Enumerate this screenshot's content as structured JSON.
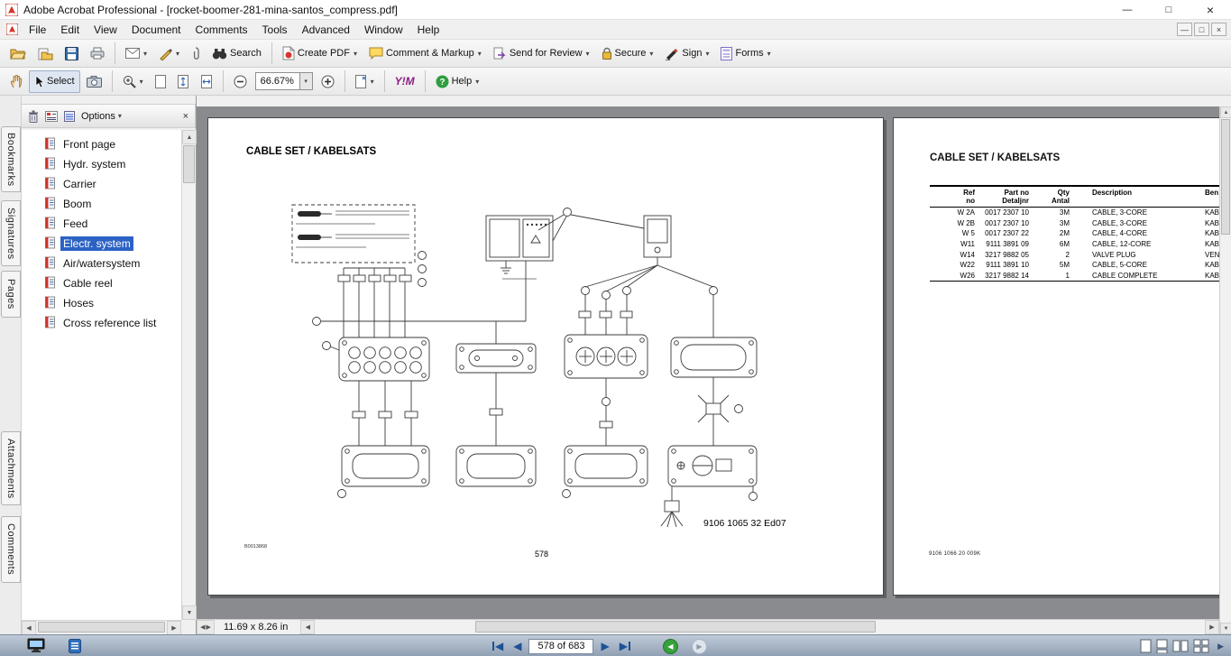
{
  "window": {
    "title": "Adobe Acrobat Professional - [rocket-boomer-281-mina-santos_compress.pdf]"
  },
  "glyphs": {
    "dropdown": "▾",
    "close": "×",
    "minimize": "—",
    "maximize": "□",
    "restore": "□",
    "up": "▲",
    "down": "▼",
    "left": "◀",
    "right": "▶",
    "question": "?"
  },
  "colors": {
    "selection_blue": "#2C62C4",
    "nav_green": "#36A23C",
    "workspace_gray": "#898B8F"
  },
  "menubar": {
    "items": [
      "File",
      "Edit",
      "View",
      "Document",
      "Comments",
      "Tools",
      "Advanced",
      "Window",
      "Help"
    ]
  },
  "toolbar_file": {
    "search": "Search",
    "create_pdf": "Create PDF",
    "comment_markup": "Comment & Markup",
    "send_review": "Send for Review",
    "secure": "Secure",
    "sign": "Sign",
    "forms": "Forms"
  },
  "toolbar_view": {
    "select": "Select",
    "zoom": "66.67%",
    "yim": "Y!M",
    "help": "Help"
  },
  "nav_tabs": {
    "top": [
      "Bookmarks",
      "Signatures",
      "Pages"
    ],
    "bottom": [
      "Attachments",
      "Comments"
    ]
  },
  "bookmarks": {
    "options": "Options",
    "items": [
      {
        "label": "Front page",
        "selected": false
      },
      {
        "label": "Hydr. system",
        "selected": false
      },
      {
        "label": "Carrier",
        "selected": false
      },
      {
        "label": "Boom",
        "selected": false
      },
      {
        "label": "Feed",
        "selected": false
      },
      {
        "label": "Electr. system",
        "selected": true
      },
      {
        "label": "Air/watersystem",
        "selected": false
      },
      {
        "label": "Cable reel",
        "selected": false
      },
      {
        "label": "Hoses",
        "selected": false
      },
      {
        "label": "Cross reference list",
        "selected": false
      }
    ]
  },
  "page_left": {
    "title": "CABLE SET / KABELSATS",
    "drawing_code": "9106 1065 32  Ed07",
    "page_number": "578",
    "figure_ref": "B0013868"
  },
  "page_right": {
    "title": "CABLE SET / KABELSATS",
    "doc_code": "9106 1066 20  009K",
    "table": {
      "headers": [
        [
          "Ref",
          "no"
        ],
        [
          "Part no",
          "Detaljnr"
        ],
        [
          "Qty",
          "Antal"
        ],
        [
          "Description"
        ],
        [
          "Ben"
        ]
      ],
      "rows": [
        [
          "W 2A",
          "0017 2307 10",
          "3M",
          "CABLE, 3-CORE",
          "KAB"
        ],
        [
          "W 2B",
          "0017 2307 10",
          "3M",
          "CABLE, 3-CORE",
          "KAB"
        ],
        [
          "W 5",
          "0017 2307 22",
          "2M",
          "CABLE, 4-CORE",
          "KAB"
        ],
        [
          "W11",
          "9111 3891 09",
          "6M",
          "CABLE, 12-CORE",
          "KAB"
        ],
        [
          "W14",
          "3217 9882 05",
          "2",
          "VALVE PLUG",
          "VEN"
        ],
        [
          "W22",
          "9111 3891 10",
          "5M",
          "CABLE, 5-CORE",
          "KAB"
        ],
        [
          "W26",
          "3217 9882 14",
          "1",
          "CABLE COMPLETE",
          "KAB"
        ]
      ]
    }
  },
  "statusbar": {
    "page_size": "11.69 x 8.26 in",
    "page_nav": "578 of 683"
  }
}
